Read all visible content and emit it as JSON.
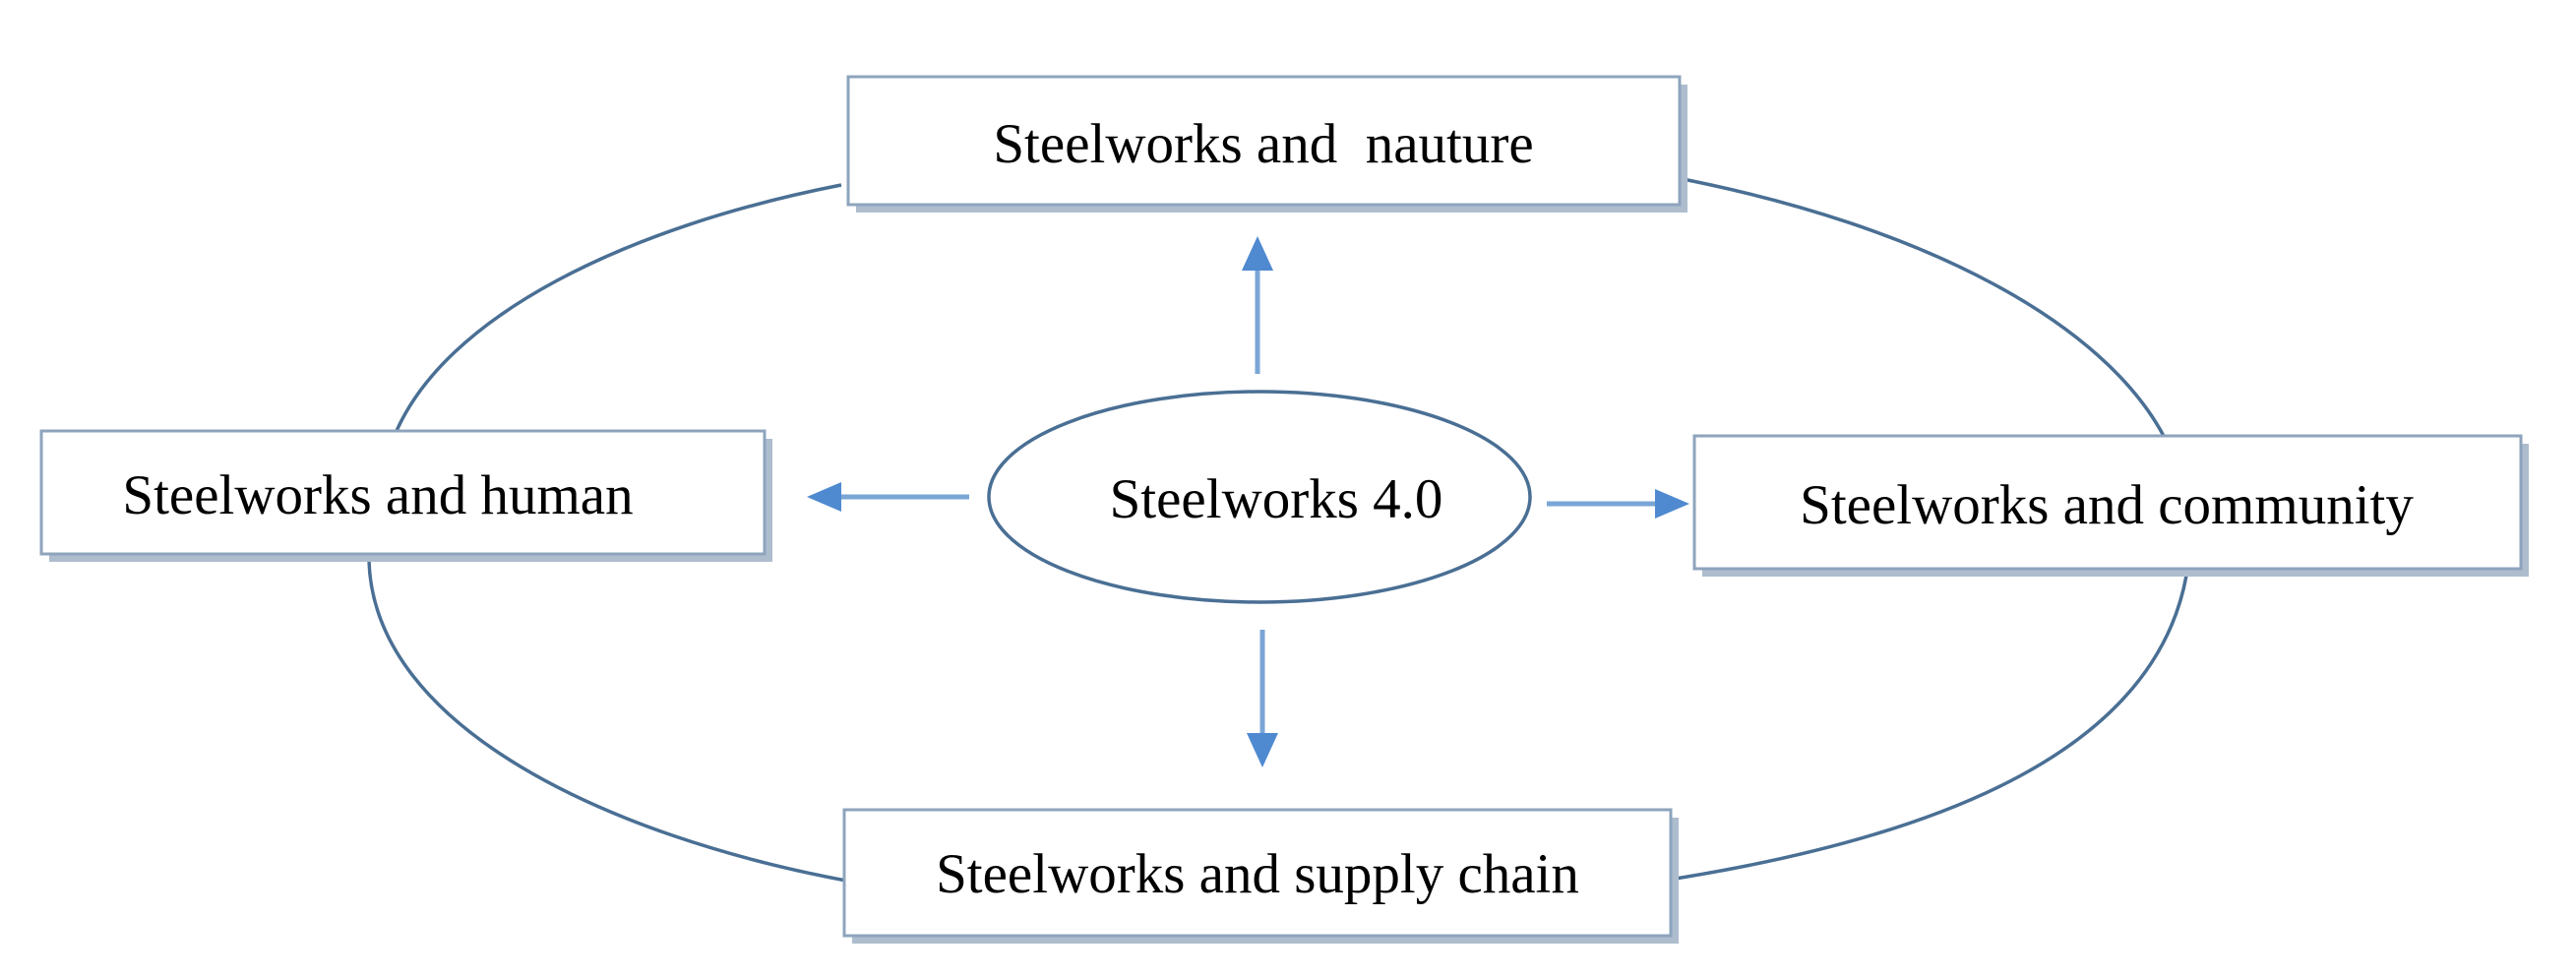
{
  "diagram": {
    "center": {
      "label": "Steelworks 4.0"
    },
    "nodes": {
      "top": {
        "label": "Steelworks and  nauture"
      },
      "left": {
        "label": "Steelworks and human"
      },
      "right": {
        "label": "Steelworks and community"
      },
      "bottom": {
        "label": "Steelworks and supply chain"
      }
    }
  },
  "colors": {
    "ring": "#4a6f94",
    "box_border": "#8ea4bd",
    "box_shadow": "#aebdce",
    "arrow": "#7aa6d6",
    "arrow_head": "#4f8ad0",
    "text": "#000000"
  }
}
